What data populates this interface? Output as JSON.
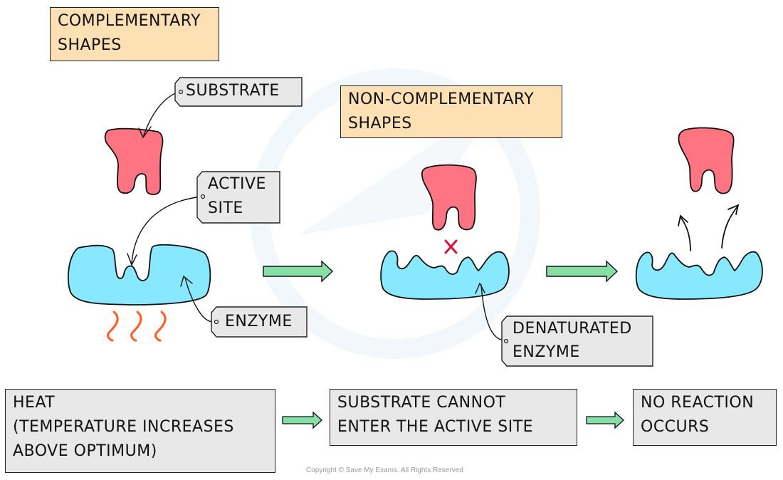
{
  "colors": {
    "title_box": "#fde0b4",
    "label_box": "#e8e8e8",
    "substrate": "#ff7482",
    "enzyme": "#88e8fd",
    "arrow": "#86e0a6",
    "heat": "#ff5a1f",
    "cross": "#d6163a"
  },
  "headings": {
    "complementary": [
      "COMPLEMENTARY",
      "SHAPES"
    ],
    "non_complementary": [
      "NON-COMPLEMENTARY",
      "SHAPES"
    ]
  },
  "labels": {
    "substrate": [
      "SUBSTRATE"
    ],
    "active_site": [
      "ACTIVE",
      "SITE"
    ],
    "enzyme": [
      "ENZYME"
    ],
    "denaturated_enzyme": [
      "DENATURATED",
      "ENZYME"
    ]
  },
  "icons": {
    "cross": "cross-icon",
    "heat": "heat-waves-icon",
    "arrow": "arrow-right-icon"
  },
  "flow": {
    "steps": [
      {
        "lines": [
          "HEAT",
          "(TEMPERATURE  INCREASES",
          "ABOVE  OPTIMUM)"
        ]
      },
      {
        "lines": [
          "SUBSTRATE  CANNOT",
          "ENTER  THE  ACTIVE SITE"
        ]
      },
      {
        "lines": [
          "NO  REACTION",
          "OCCURS"
        ]
      }
    ]
  },
  "footer": {
    "copyright": "Copyright © Save My Exams. All Rights Reserved"
  }
}
